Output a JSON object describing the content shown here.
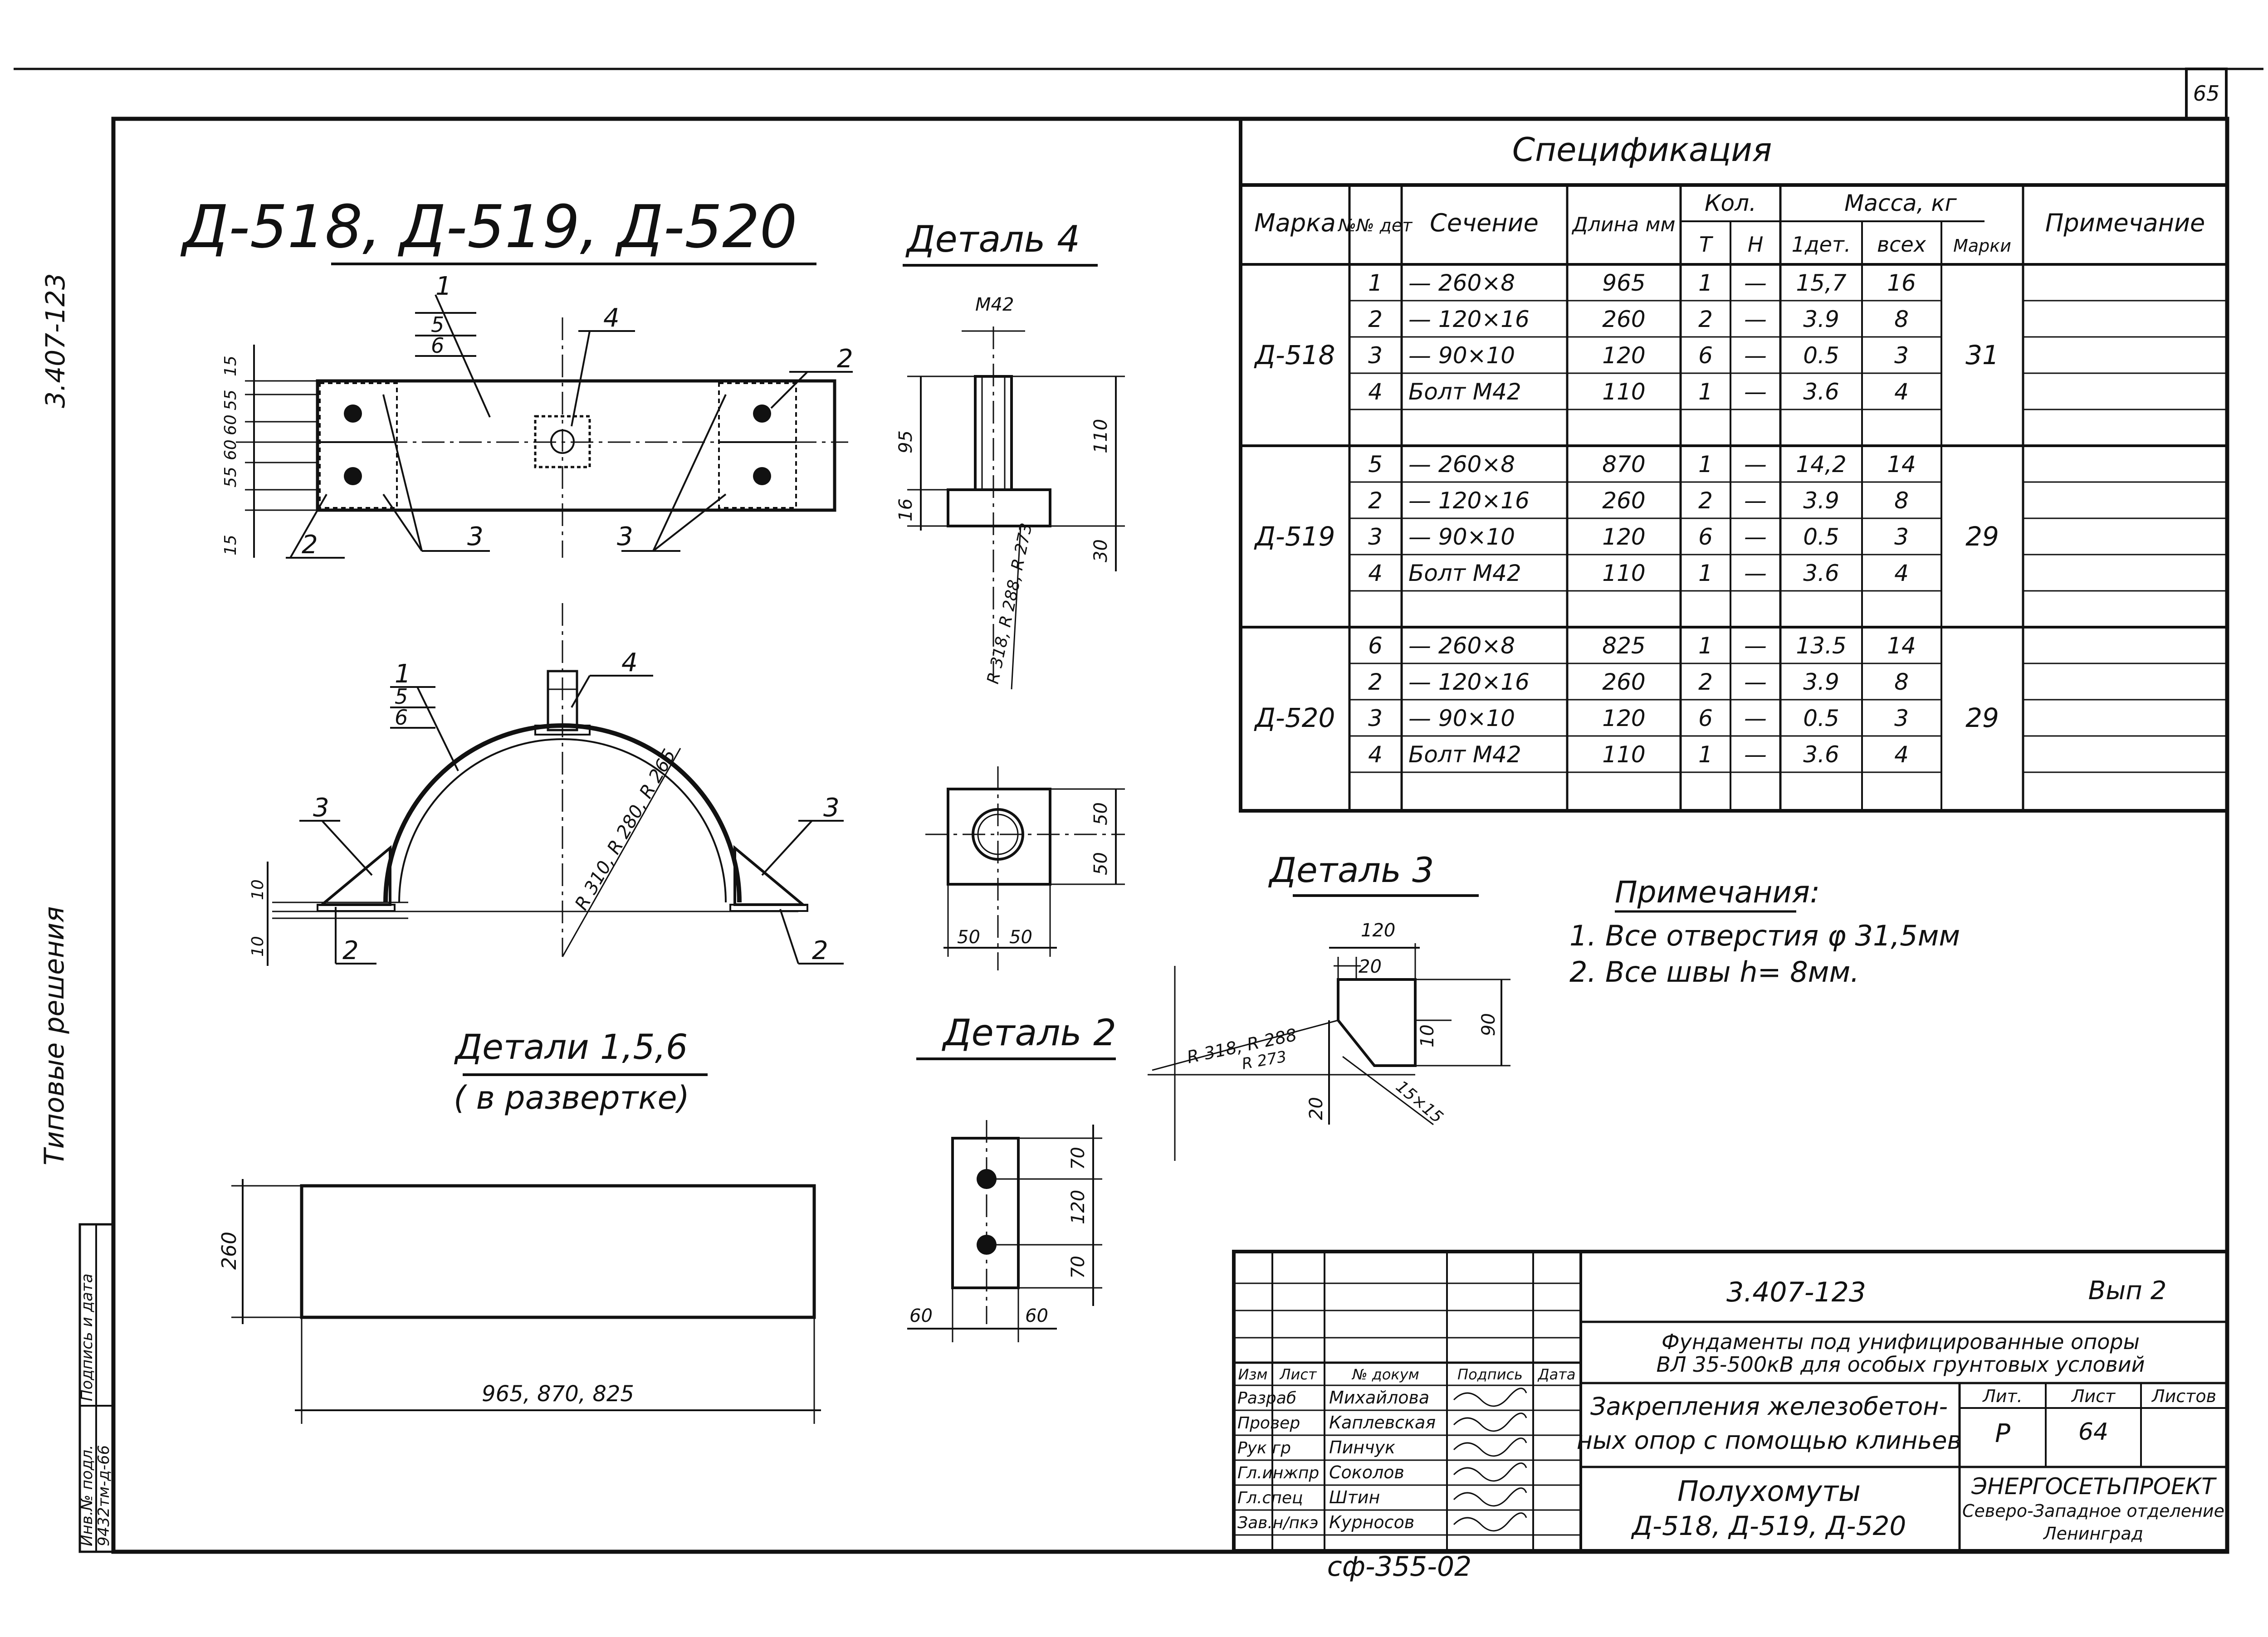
{
  "sheet": {
    "page_number": "65",
    "doc_code_vertical": "3.407-123",
    "series_vertical": "Типовые решения",
    "side_labels": [
      "Инв.№ подл.",
      "Подпись и дата"
    ],
    "side_value": "9432тм-д-66"
  },
  "views": {
    "main_title": "Д-518, Д-519, Д-520",
    "detail4_title": "Деталь 4",
    "detail3_title": "Деталь 3",
    "detail2_title": "Деталь 2",
    "details156_title": "Детали 1,5,6",
    "details156_sub": "( в развертке)"
  },
  "plan_view": {
    "part_labels": [
      "1",
      "5",
      "6",
      "4",
      "2",
      "3",
      "3",
      "2"
    ],
    "dims_vertical": [
      "15",
      "55",
      "60",
      "60",
      "55",
      "15"
    ]
  },
  "arc_view": {
    "part_labels": [
      "1",
      "5",
      "6",
      "4",
      "3",
      "3",
      "2",
      "2"
    ],
    "radius": "R 310, R 280, R 265",
    "dims": [
      "10",
      "10"
    ]
  },
  "detail4": {
    "bolt": "М42",
    "dims": [
      "95",
      "110",
      "16",
      "30"
    ],
    "radius": "R 318, R 288, R 273",
    "plate_dims": [
      "50",
      "50",
      "50",
      "50"
    ]
  },
  "detail3": {
    "dims": [
      "120",
      "20",
      "10",
      "90",
      "20",
      "15×15"
    ],
    "radius": "R 318, R 288",
    "radius2": "R 273"
  },
  "detail2": {
    "dims": [
      "70",
      "120",
      "70",
      "60",
      "60"
    ]
  },
  "detail156": {
    "height": "260",
    "lengths": "965, 870, 825"
  },
  "notes": {
    "title": "Примечания:",
    "items": [
      "1. Все отверстия φ 31,5мм",
      "2. Все швы h= 8мм."
    ]
  },
  "spec": {
    "title": "Спецификация",
    "headers": {
      "mark": "Марка",
      "num": "№№ дет",
      "section": "Сечение",
      "length": "Длина мм",
      "qty": "Кол.",
      "qty_t": "Т",
      "qty_n": "Н",
      "mass": "Масса, кг",
      "mass_det": "1дет.",
      "mass_all": "всех",
      "mass_mark": "Марки",
      "note": "Примечание"
    },
    "groups": [
      {
        "mark": "Д-518",
        "total": "31",
        "rows": [
          {
            "num": "1",
            "section": "— 260×8",
            "length": "965",
            "t": "1",
            "n": "—",
            "m1": "15,7",
            "mall": "16"
          },
          {
            "num": "2",
            "section": "— 120×16",
            "length": "260",
            "t": "2",
            "n": "—",
            "m1": "3.9",
            "mall": "8"
          },
          {
            "num": "3",
            "section": "— 90×10",
            "length": "120",
            "t": "6",
            "n": "—",
            "m1": "0.5",
            "mall": "3"
          },
          {
            "num": "4",
            "section": "Болт М42",
            "length": "110",
            "t": "1",
            "n": "—",
            "m1": "3.6",
            "mall": "4"
          }
        ]
      },
      {
        "mark": "Д-519",
        "total": "29",
        "rows": [
          {
            "num": "5",
            "section": "— 260×8",
            "length": "870",
            "t": "1",
            "n": "—",
            "m1": "14,2",
            "mall": "14"
          },
          {
            "num": "2",
            "section": "— 120×16",
            "length": "260",
            "t": "2",
            "n": "—",
            "m1": "3.9",
            "mall": "8"
          },
          {
            "num": "3",
            "section": "— 90×10",
            "length": "120",
            "t": "6",
            "n": "—",
            "m1": "0.5",
            "mall": "3"
          },
          {
            "num": "4",
            "section": "Болт М42",
            "length": "110",
            "t": "1",
            "n": "—",
            "m1": "3.6",
            "mall": "4"
          }
        ]
      },
      {
        "mark": "Д-520",
        "total": "29",
        "rows": [
          {
            "num": "6",
            "section": "— 260×8",
            "length": "825",
            "t": "1",
            "n": "—",
            "m1": "13.5",
            "mall": "14"
          },
          {
            "num": "2",
            "section": "— 120×16",
            "length": "260",
            "t": "2",
            "n": "—",
            "m1": "3.9",
            "mall": "8"
          },
          {
            "num": "3",
            "section": "— 90×10",
            "length": "120",
            "t": "6",
            "n": "—",
            "m1": "0.5",
            "mall": "3"
          },
          {
            "num": "4",
            "section": "Болт М42",
            "length": "110",
            "t": "1",
            "n": "—",
            "m1": "3.6",
            "mall": "4"
          }
        ]
      }
    ]
  },
  "title_block": {
    "code": "3.407-123",
    "issue": "Вып 2",
    "project_line1": "Фундаменты под унифицированные опоры",
    "project_line2": "ВЛ 35-500кВ для особых грунтовых условий",
    "subject_line1": "Закрепления железобетон-",
    "subject_line2": "ных опор с помощью клиньев",
    "stage_header": "Лит.",
    "sheet_header": "Лист",
    "sheets_header": "Листов",
    "stage": "Р",
    "sheet": "64",
    "drawing_line1": "Полухомуты",
    "drawing_line2": "Д-518, Д-519, Д-520",
    "org_line1": "ЭНЕРГОСЕТЬПРОЕКТ",
    "org_line2": "Северо-Западное отделение",
    "org_line3": "Ленинград",
    "headers": [
      "Изм",
      "Лист",
      "№ докум",
      "Подпись",
      "Дата"
    ],
    "roles": [
      "Разраб",
      "Провер",
      "Рук гр",
      "Гл.инжпр",
      "Гл.спец",
      "Зав.н/пкэ"
    ],
    "names": [
      "Михайлова",
      "Каплевская",
      "Пинчук",
      "Соколов",
      "Штин",
      "Курносов"
    ],
    "stamp": "сф-355-02"
  }
}
